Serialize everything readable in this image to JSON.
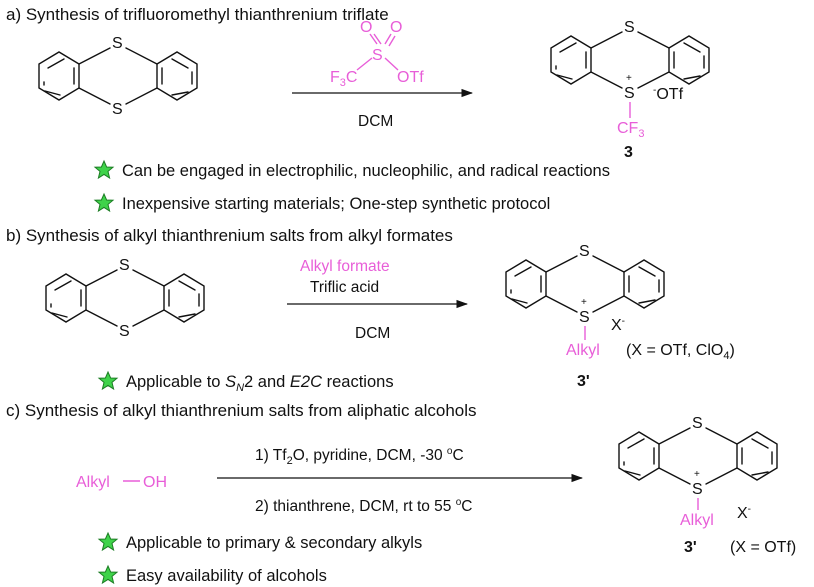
{
  "section_a": {
    "header": "a) Synthesis of trifluoromethyl thianthrenium triflate",
    "reagent_F3C": "F",
    "reagent_F3C_sub": "3",
    "reagent_C": "C",
    "reagent_S": "S",
    "reagent_O1": "O",
    "reagent_O2": "O",
    "reagent_OTf": "OTf",
    "solvent": "DCM",
    "product_counter_ion": "OTf",
    "product_CF": "CF",
    "product_CF_sub": "3",
    "compound_number": "3",
    "bullets": [
      "Can be engaged in electrophilic, nucleophilic, and radical reactions",
      "Inexpensive starting materials; One-step synthetic protocol"
    ]
  },
  "section_b": {
    "header": "b) Synthesis of alkyl thianthrenium salts from alkyl formates",
    "reagent_1": "Alkyl formate",
    "reagent_2": "Triflic acid",
    "solvent": "DCM",
    "product_substituent": "Alkyl",
    "counter_ion": "X",
    "x_definition": "(X = OTf, ClO",
    "x_definition_sub": "4",
    "x_definition_end": ")",
    "compound_number": "3'",
    "bullet_pre": "Applicable to ",
    "bullet_S": "S",
    "bullet_N": "N",
    "bullet_2": "2  and ",
    "bullet_E2C": "E2C",
    "bullet_post": " reactions"
  },
  "section_c": {
    "header": "c) Synthesis of alkyl thianthrenium salts from aliphatic alcohols",
    "substrate_alkyl": "Alkyl",
    "substrate_OH": "OH",
    "step1_pre": "1) Tf",
    "step1_sub": "2",
    "step1_mid": "O, pyridine, DCM, -30 ",
    "step1_sup": "o",
    "step1_end": "C",
    "step2_pre": "2) thianthrene, DCM, rt to 55 ",
    "step2_sup": "o",
    "step2_end": "C",
    "product_substituent": "Alkyl",
    "counter_ion": "X",
    "x_definition": "(X = OTf)",
    "compound_number": "3'",
    "bullets": [
      "Applicable to primary & secondary alkyls",
      "Easy availability of alcohols"
    ]
  },
  "atoms": {
    "S": "S",
    "plus": "+",
    "minus": "-"
  },
  "colors": {
    "accent": "#e85ed8",
    "star": "#3fd34a",
    "text": "#111111"
  }
}
